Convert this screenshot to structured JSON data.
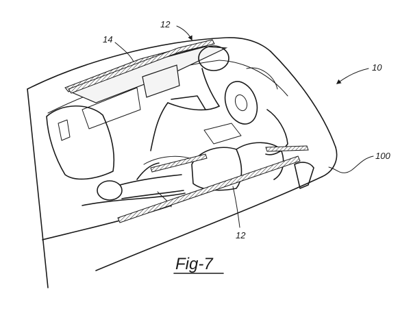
{
  "figure": {
    "caption": "Fig-7"
  },
  "labels": {
    "vehicle": "10",
    "light_strip_top": "12",
    "light_strip_bottom": "12",
    "roof_panel": "14",
    "door_panel": "100"
  }
}
